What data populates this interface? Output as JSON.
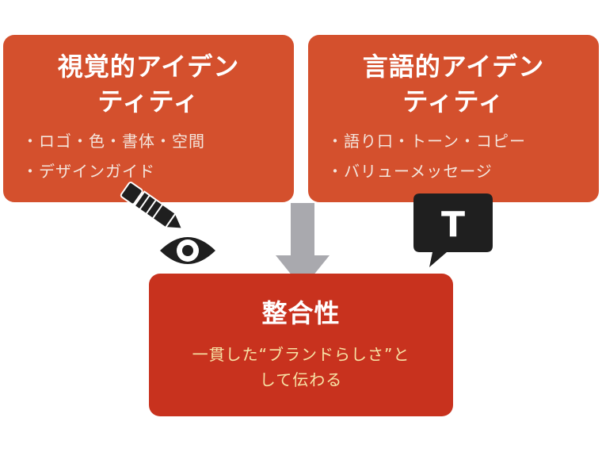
{
  "visual": {
    "title_line1": "視覚的アイデン",
    "title_line2": "ティティ",
    "bullets": [
      "・ロゴ・色・書体・空間",
      "・デザインガイド"
    ]
  },
  "verbal": {
    "title_line1": "言語的アイデン",
    "title_line2": "ティティ",
    "bullets": [
      "・語り口・トーン・コピー",
      "・バリューメッセージ"
    ]
  },
  "consistency": {
    "title": "整合性",
    "subtitle_line1": "一貫した“ブランドらしさ”と",
    "subtitle_line2": "して伝わる"
  },
  "icons": {
    "pencil": "pencil-icon",
    "eye": "eye-icon",
    "speech": "speech-bubble-t-icon",
    "speech_letter": "T",
    "arrow": "down-arrow-icon"
  },
  "colors": {
    "box": "#d4502d",
    "box_bottom": "#c8321e",
    "arrow": "#a9a9ae",
    "icon": "#1f1f1f",
    "subtitle_text": "#f7e4a6"
  }
}
